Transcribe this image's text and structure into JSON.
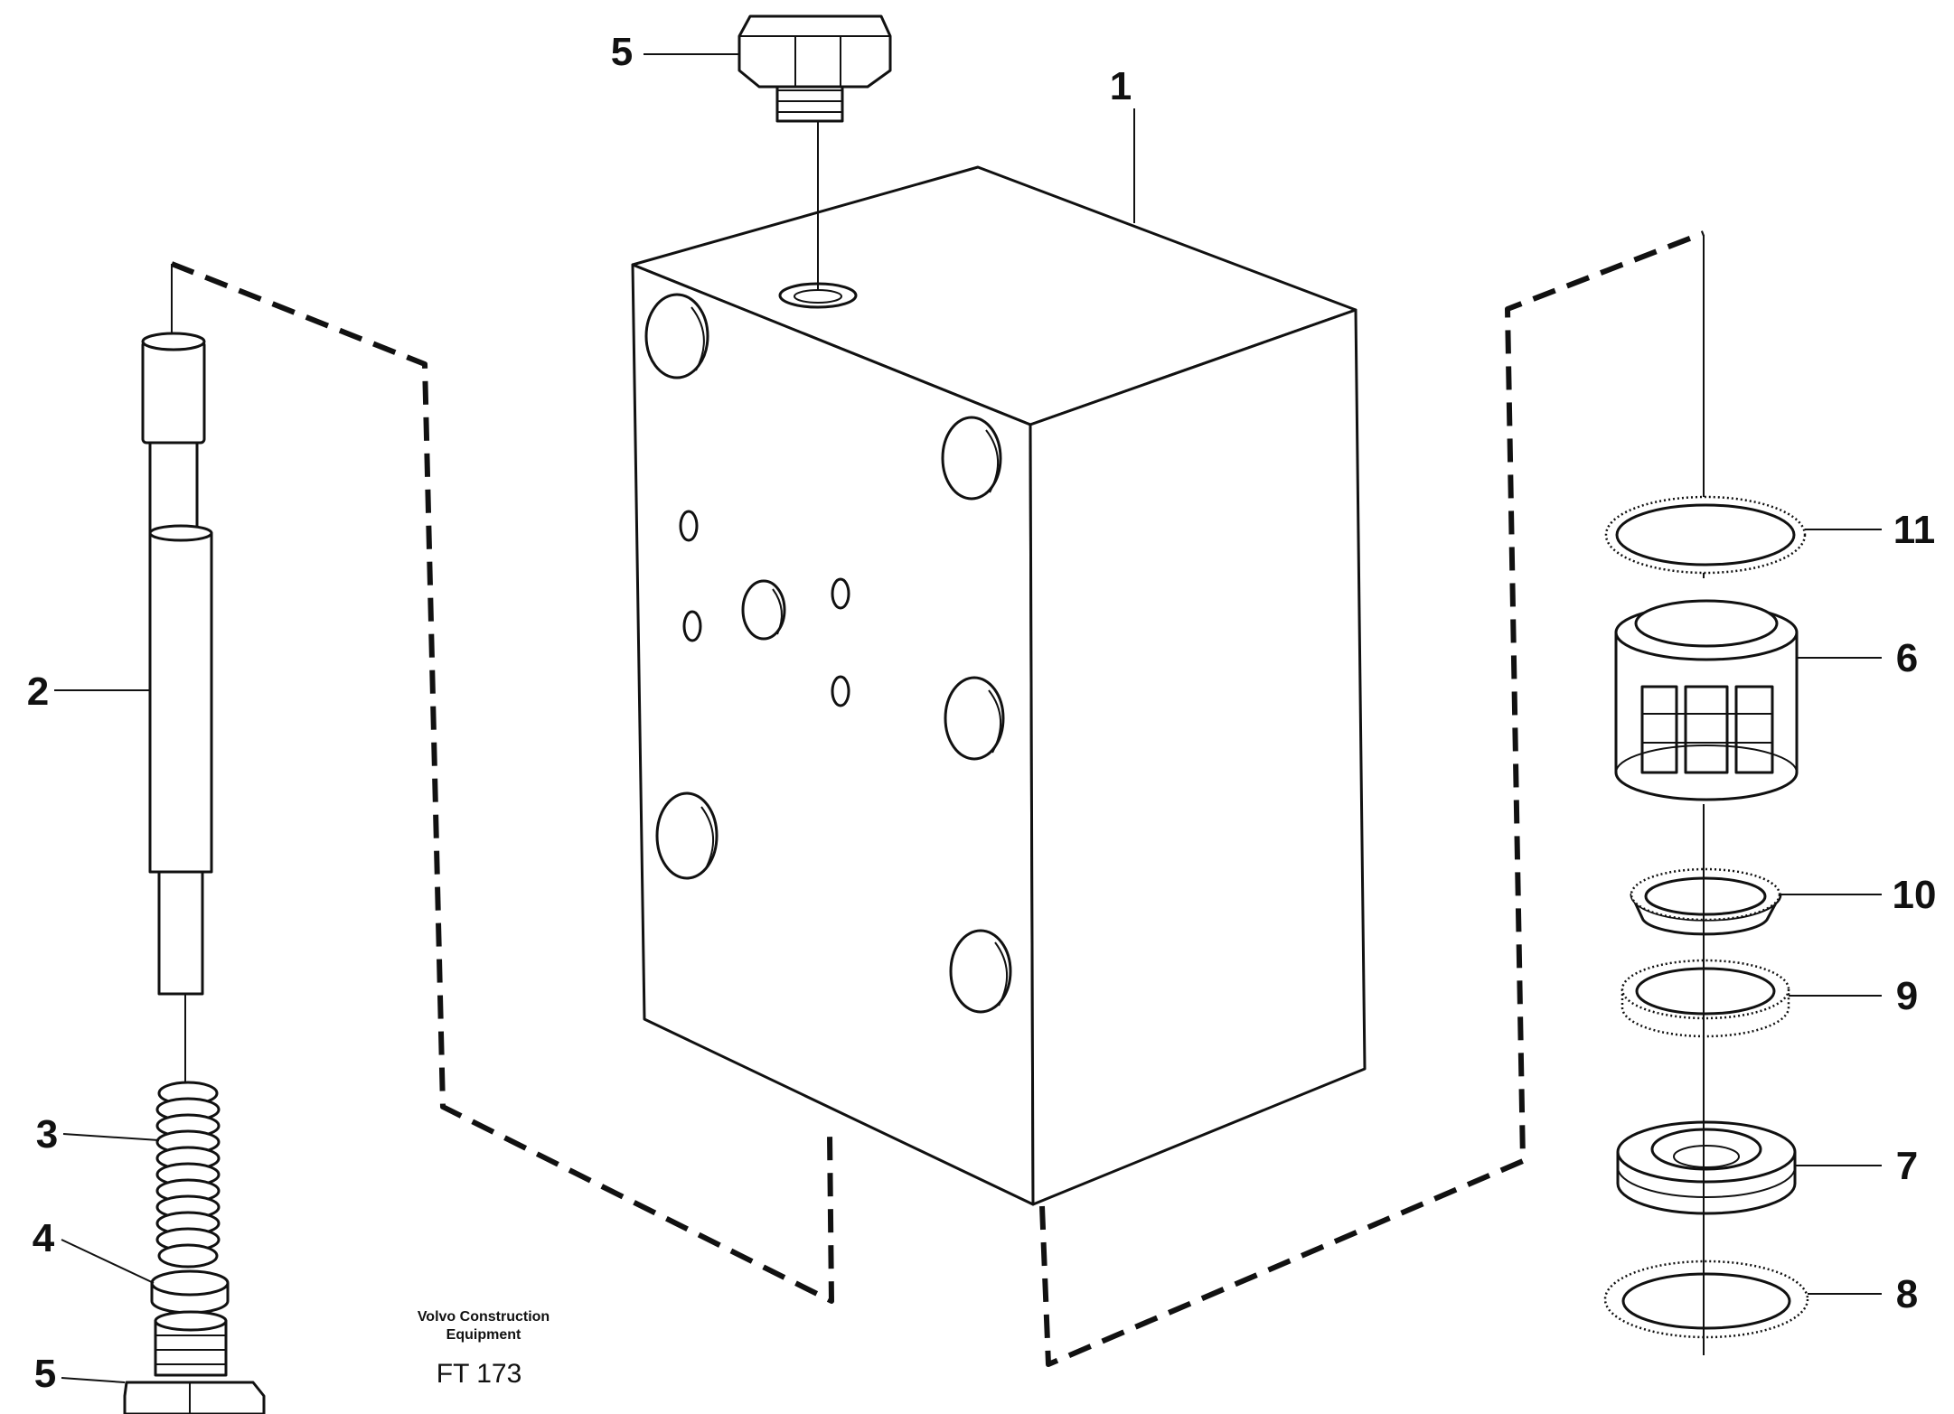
{
  "callouts": {
    "c1": "1",
    "c2": "2",
    "c3": "3",
    "c4": "4",
    "c5_top": "5",
    "c5_bottom": "5",
    "c6": "6",
    "c7": "7",
    "c8": "8",
    "c9": "9",
    "c10": "10",
    "c11": "11"
  },
  "caption": {
    "line1": "Volvo Construction",
    "line2": "Equipment",
    "code": "FT 173"
  }
}
